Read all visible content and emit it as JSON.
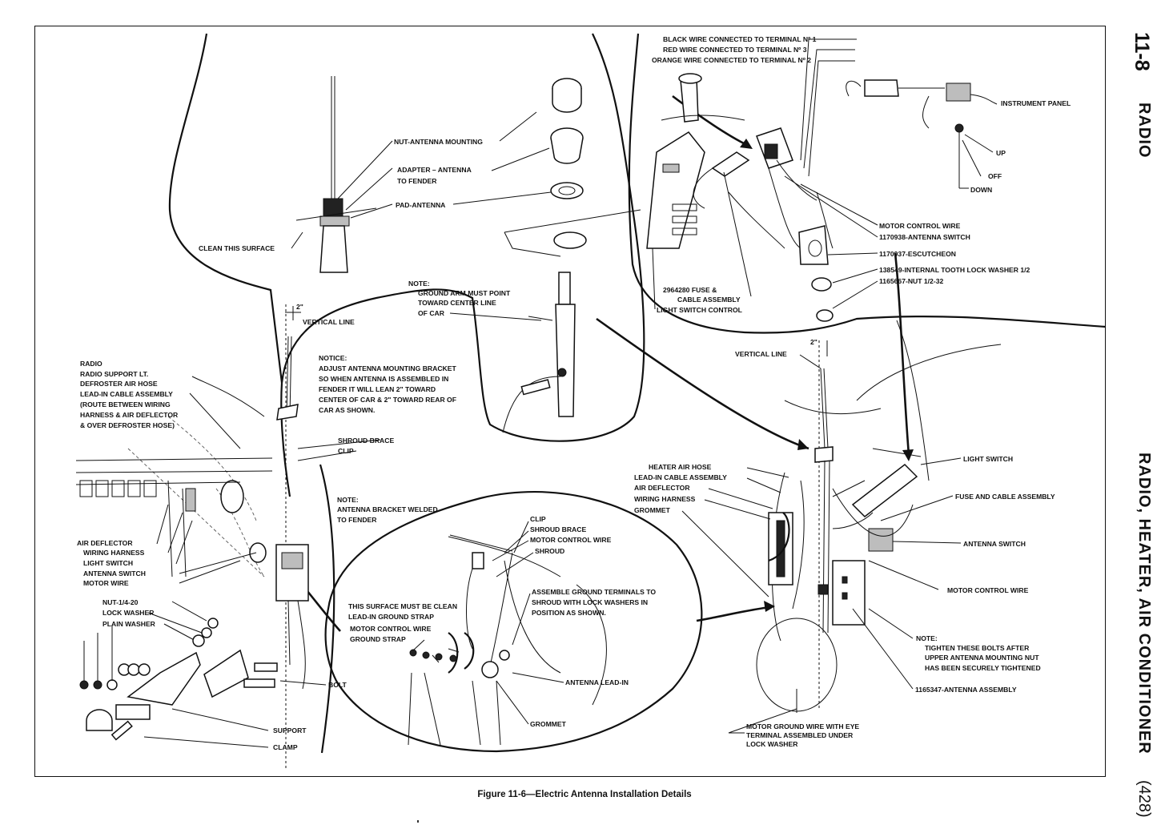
{
  "page": {
    "number": "11-8",
    "section": "RADIO",
    "chapter": "RADIO, HEATER, AIR CONDITIONER",
    "folio": "(428)",
    "caption": "Figure 11-6—Electric Antenna Installation Details"
  },
  "callouts": {
    "top_left": {
      "nut": "NUT-ANTENNA MOUNTING",
      "adapter_1": "ADAPTER – ANTENNA",
      "adapter_2": "TO FENDER",
      "pad": "PAD-ANTENNA",
      "clean": "CLEAN THIS SURFACE",
      "note_1": "NOTE:",
      "note_2": "GROUND ARM MUST POINT",
      "note_3": "TOWARD CENTER LINE",
      "note_4": "OF CAR"
    },
    "left": {
      "dim_2in": "2\"",
      "vertical_line": "VERTICAL LINE",
      "notice_1": "NOTICE:",
      "notice_2": "ADJUST ANTENNA MOUNTING BRACKET",
      "notice_3": "SO WHEN ANTENNA IS ASSEMBLED IN",
      "notice_4": "FENDER IT WILL LEAN 2\" TOWARD",
      "notice_5": "CENTER OF CAR & 2\" TOWARD REAR OF",
      "notice_6": "CAR AS SHOWN.",
      "radio": "RADIO",
      "radio_support": "RADIO SUPPORT LT.",
      "defroster": "DEFROSTER AIR HOSE",
      "lead_in_1": "LEAD-IN CABLE ASSEMBLY",
      "lead_in_2": "(ROUTE BETWEEN WIRING",
      "lead_in_3": "HARNESS & AIR DEFLECTOR",
      "lead_in_4": "& OVER DEFROSTER HOSE)",
      "shroud_brace": "SHROUD BRACE",
      "clip": "CLIP",
      "bracket_note_1": "NOTE:",
      "bracket_note_2": "ANTENNA BRACKET WELDED",
      "bracket_note_3": "TO FENDER",
      "air_deflector": "AIR DEFLECTOR",
      "wiring_harness": "WIRING HARNESS",
      "light_switch": "LIGHT SWITCH",
      "antenna_switch": "ANTENNA SWITCH",
      "motor_wire": "MOTOR WIRE",
      "nut_14": "NUT-1/4-20",
      "lock_washer": "LOCK WASHER",
      "plain_washer": "PLAIN WASHER",
      "bolt": "BOLT",
      "support": "SUPPORT",
      "clamp": "CLAMP"
    },
    "center": {
      "clip": "CLIP",
      "shroud_brace": "SHROUD BRACE",
      "motor_control_wire": "MOTOR CONTROL WIRE",
      "shroud": "SHROUD",
      "assemble_1": "ASSEMBLE GROUND TERMINALS TO",
      "assemble_2": "SHROUD WITH LOCK WASHERS IN",
      "assemble_3": "POSITION AS SHOWN.",
      "surface_clean": "THIS SURFACE MUST BE CLEAN",
      "lead_in_strap": "LEAD-IN GROUND STRAP",
      "motor_strap_1": "MOTOR CONTROL WIRE",
      "motor_strap_2": "GROUND STRAP",
      "antenna_lead_in": "ANTENNA LEAD-IN",
      "grommet": "GROMMET"
    },
    "top_right": {
      "black_wire": "BLACK WIRE CONNECTED TO TERMINAL Nº 1",
      "red_wire": "RED WIRE CONNECTED TO TERMINAL Nº 3",
      "orange_wire": "ORANGE WIRE CONNECTED TO TERMINAL Nº 2",
      "instrument_panel": "INSTRUMENT PANEL",
      "up": "UP",
      "off": "OFF",
      "down": "DOWN",
      "motor_control_wire": "MOTOR CONTROL WIRE",
      "antenna_switch": "1170938-ANTENNA SWITCH",
      "escutcheon": "1170937-ESCUTCHEON",
      "lock_washer": "138549-INTERNAL TOOTH LOCK WASHER 1/2",
      "nut": "1165667-NUT 1/2-32",
      "fuse_1": "2964280 FUSE &",
      "fuse_2": "CABLE ASSEMBLY",
      "light_switch_control": "LIGHT SWITCH CONTROL"
    },
    "right": {
      "dim_2in": "2\"",
      "vertical_line": "VERTICAL LINE",
      "heater_hose": "HEATER AIR HOSE",
      "lead_in": "LEAD-IN CABLE ASSEMBLY",
      "air_deflector": "AIR DEFLECTOR",
      "wiring_harness": "WIRING HARNESS",
      "grommet": "GROMMET",
      "light_switch": "LIGHT SWITCH",
      "fuse_cable": "FUSE AND CABLE ASSEMBLY",
      "antenna_switch": "ANTENNA SWITCH",
      "motor_control_wire": "MOTOR CONTROL WIRE",
      "note_1": "NOTE:",
      "note_2": "TIGHTEN THESE BOLTS AFTER",
      "note_3": "UPPER ANTENNA MOUNTING NUT",
      "note_4": "HAS BEEN SECURELY TIGHTENED",
      "antenna_assembly": "1165347-ANTENNA ASSEMBLY",
      "ground_1": "MOTOR GROUND WIRE WITH EYE",
      "ground_2": "TERMINAL ASSEMBLED UNDER",
      "ground_3": "LOCK WASHER"
    }
  }
}
